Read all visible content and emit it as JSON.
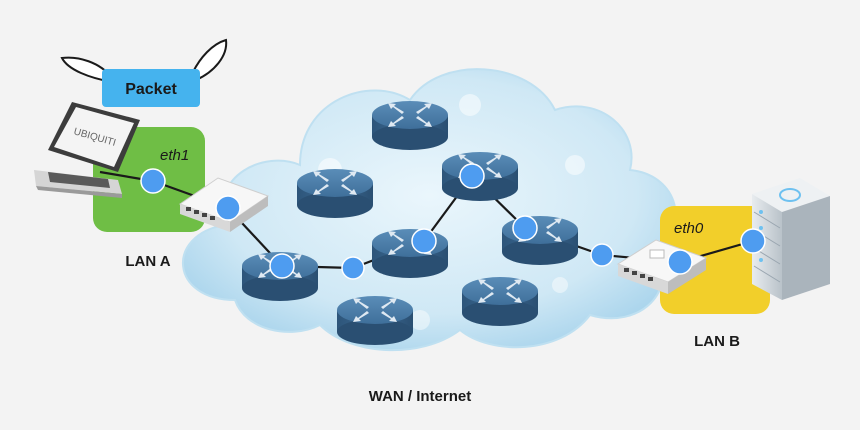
{
  "packet": {
    "label": "Packet"
  },
  "lan_a": {
    "label": "LAN A",
    "interface": "eth1"
  },
  "lan_b": {
    "label": "LAN B",
    "interface": "eth0"
  },
  "cloud": {
    "label": "WAN / Internet"
  },
  "laptop": {
    "screen_text": "UBIQUITI"
  },
  "colors": {
    "lan_a": "#6fbe45",
    "lan_b": "#f2cf2a",
    "packet": "#45b3ee",
    "node": "#4e9cf0",
    "router": "#3d6b95",
    "cloud": "#cfe8f5",
    "background": "#f3f3f3"
  },
  "icons": [
    "packet-wing-icon",
    "laptop-icon",
    "edge-router-icon",
    "core-router-icon",
    "server-icon"
  ]
}
